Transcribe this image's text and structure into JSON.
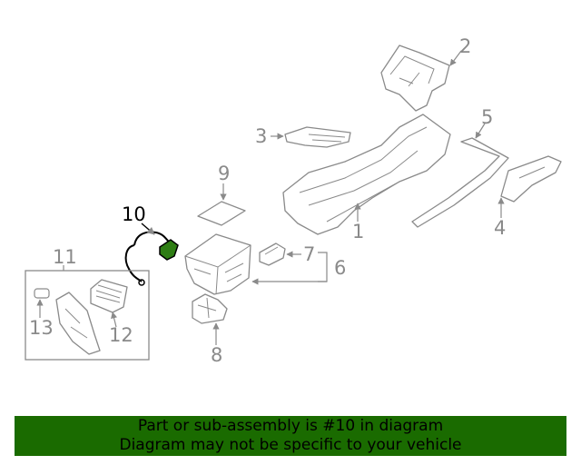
{
  "callouts": {
    "c1": "1",
    "c2": "2",
    "c3": "3",
    "c4": "4",
    "c5": "5",
    "c6": "6",
    "c7": "7",
    "c8": "8",
    "c9": "9",
    "c10": "10",
    "c11": "11",
    "c12": "12",
    "c13": "13"
  },
  "highlighted_part": "10",
  "colors": {
    "line": "#8a8a8a",
    "highlight": "#2e7d14",
    "banner": "#1a6b00"
  },
  "banner": {
    "line1": "Part or sub-assembly is #10 in diagram",
    "line2": "Diagram may not be specific to your vehicle"
  }
}
